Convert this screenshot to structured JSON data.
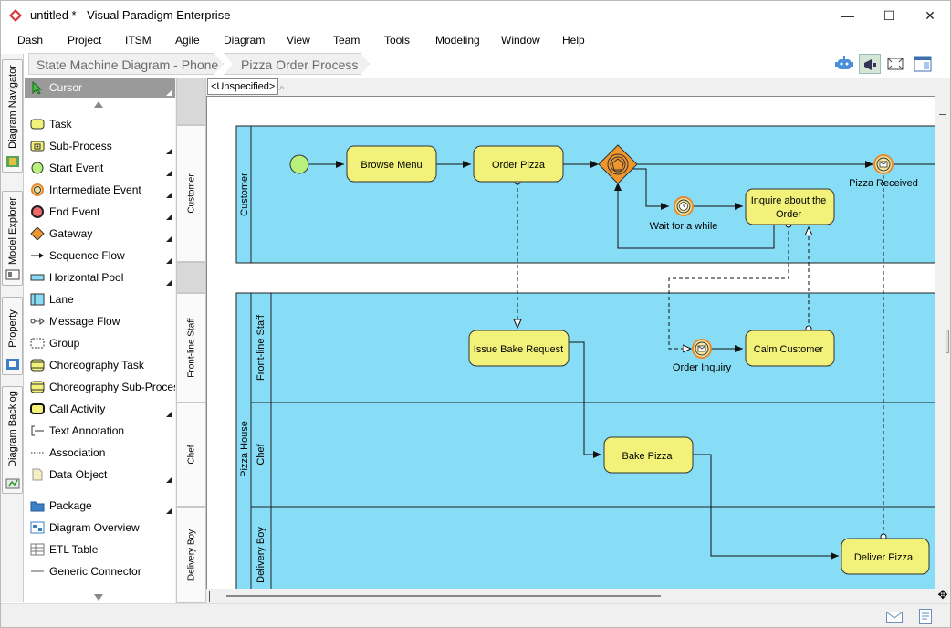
{
  "window": {
    "title": "untitled * - Visual Paradigm Enterprise",
    "controls": {
      "minimize": "—",
      "maximize": "☐",
      "close": "✕"
    }
  },
  "menu": [
    "Dash",
    "Project",
    "ITSM",
    "Agile",
    "Diagram",
    "View",
    "Team",
    "Tools",
    "Modeling",
    "Window",
    "Help"
  ],
  "breadcrumb": [
    "State Machine Diagram - Phone",
    "Pizza Order Process"
  ],
  "side_tabs": [
    "Diagram Navigator",
    "Model Explorer",
    "Property",
    "Diagram Backlog"
  ],
  "palette": {
    "selected": "Cursor",
    "items": [
      {
        "label": "Task",
        "icon": "task-icon"
      },
      {
        "label": "Sub-Process",
        "icon": "sub-process-icon"
      },
      {
        "label": "Start Event",
        "icon": "start-event-icon"
      },
      {
        "label": "Intermediate Event",
        "icon": "intermediate-event-icon"
      },
      {
        "label": "End Event",
        "icon": "end-event-icon"
      },
      {
        "label": "Gateway",
        "icon": "gateway-icon"
      },
      {
        "label": "Sequence Flow",
        "icon": "sequence-flow-icon"
      },
      {
        "label": "Horizontal Pool",
        "icon": "horizontal-pool-icon"
      },
      {
        "label": "Lane",
        "icon": "lane-icon"
      },
      {
        "label": "Message Flow",
        "icon": "message-flow-icon"
      },
      {
        "label": "Group",
        "icon": "group-icon"
      },
      {
        "label": "Choreography Task",
        "icon": "choreography-task-icon"
      },
      {
        "label": "Choreography Sub-Process",
        "icon": "choreography-sub-process-icon"
      },
      {
        "label": "Call Activity",
        "icon": "call-activity-icon"
      },
      {
        "label": "Text Annotation",
        "icon": "text-annotation-icon"
      },
      {
        "label": "Association",
        "icon": "association-icon"
      },
      {
        "label": "Data Object",
        "icon": "data-object-icon"
      },
      {
        "label": "Package",
        "icon": "package-icon"
      },
      {
        "label": "Diagram Overview",
        "icon": "diagram-overview-icon"
      },
      {
        "label": "ETL Table",
        "icon": "etl-table-icon"
      },
      {
        "label": "Generic Connector",
        "icon": "generic-connector-icon"
      }
    ]
  },
  "lane_strip": [
    "Customer",
    "Front-line Staff",
    "Chef",
    "Delivery Boy"
  ],
  "canvas": {
    "unspecified": "<Unspecified>",
    "pools": {
      "customer": "Customer",
      "pizza_house": "Pizza House"
    },
    "lanes": {
      "front_line": "Front-line Staff",
      "chef": "Chef",
      "delivery": "Delivery Boy"
    },
    "tasks": {
      "browse_menu": "Browse Menu",
      "order_pizza": "Order Pizza",
      "inquire_l1": "Inquire about the",
      "inquire_l2": "Order",
      "issue_bake": "Issue Bake Request",
      "calm_customer": "Calm Customer",
      "bake_pizza": "Bake Pizza",
      "deliver_pizza": "Deliver Pizza"
    },
    "event_labels": {
      "pizza_received": "Pizza Received",
      "wait": "Wait for a while",
      "order_inquiry": "Order Inquiry"
    }
  },
  "colors": {
    "pool": "#87ddf5",
    "task": "#f2f27a",
    "gateway": "#f0962e",
    "start_event": "#b8f07c",
    "event_ring": "#e8882f"
  }
}
